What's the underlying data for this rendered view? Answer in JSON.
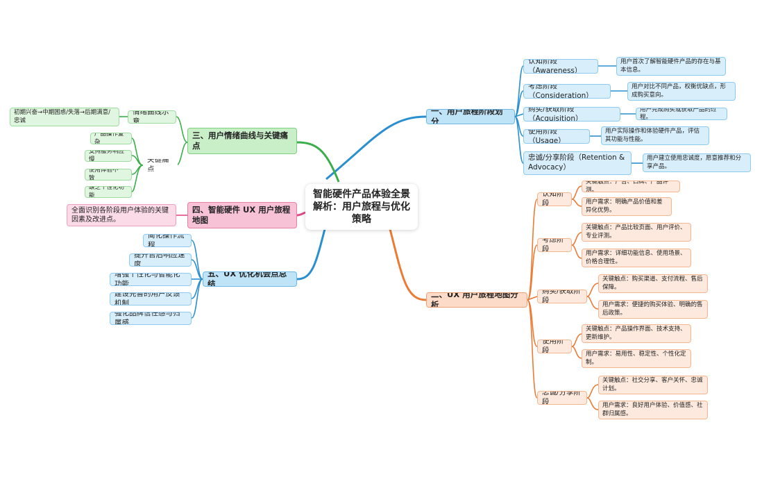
{
  "colors": {
    "branch1": "#2a8fd0",
    "branch2": "#ec7a33",
    "branch3": "#3aae4a",
    "branch4": "#e04b86",
    "branch5": "#2a8fd0"
  },
  "root": {
    "title": "智能硬件产品体验全景解析：用户旅程与优化策略"
  },
  "branch1": {
    "title": "一、用户旅程阶段划分",
    "stages": [
      {
        "label": "认知阶段（Awareness）",
        "desc": "用户首次了解智能硬件产品的存在与基本信息。"
      },
      {
        "label": "考虑阶段（Consideration）",
        "desc": "用户对比不同产品，权衡优缺点，形成购买意向。"
      },
      {
        "label": "购买/获取阶段（Acquisition）",
        "desc": "用户完成购买或获取产品的过程。"
      },
      {
        "label": "使用阶段（Usage）",
        "desc": "用户实际操作和体验硬件产品，评估其功能与性能。"
      },
      {
        "label": "忠诚/分享阶段（Retention & Advocacy）",
        "desc": "用户建立使用忠诚度，愿意推荐和分享产品。"
      }
    ]
  },
  "branch2": {
    "title": "二、UX 用户旅程地图分析",
    "stages": [
      {
        "label": "认知阶段",
        "touch": "关键触点：广告、口碑、产品评测。",
        "need": "用户需求：明确产品价值和差异化优势。"
      },
      {
        "label": "考虑阶段",
        "touch": "关键触点：产品比较页面、用户评价、专业评测。",
        "need": "用户需求：详细功能信息、使用场景、价格合理性。"
      },
      {
        "label": "购买/获取阶段",
        "touch": "关键触点：购买渠道、支付流程、售后保障。",
        "need": "用户需求：便捷的购买体验、明确的售后政策。"
      },
      {
        "label": "使用阶段",
        "touch": "关键触点：产品操作界面、技术支持、更新维护。",
        "need": "用户需求：易用性、稳定性、个性化定制。"
      },
      {
        "label": "忠诚/分享阶段",
        "touch": "关键触点：社交分享、客户关怀、忠诚计划。",
        "need": "用户需求：良好用户体验、价值感、社群归属感。"
      }
    ]
  },
  "branch3": {
    "title": "三、用户情绪曲线与关键痛点",
    "curve": {
      "label": "情绪曲线示意",
      "desc": "初期兴奋→中期困惑/失落→后期满意/忠诚"
    },
    "pain": {
      "label": "关键痛点",
      "items": [
        "产品操作复杂",
        "支持服务响应慢",
        "使用体验不一致",
        "缺乏个性化功能"
      ]
    }
  },
  "branch4": {
    "title": "四、智能硬件 UX 用户旅程地图",
    "desc": "全面识别各阶段用户体验的关键因素及改进点。"
  },
  "branch5": {
    "title": "五、UX 优化机会点总结",
    "items": [
      "简化操作流程",
      "提升售后响应速度",
      "增强个性化与智能化功能",
      "建设完善的用户反馈机制",
      "强化品牌信任感与归属感"
    ]
  }
}
